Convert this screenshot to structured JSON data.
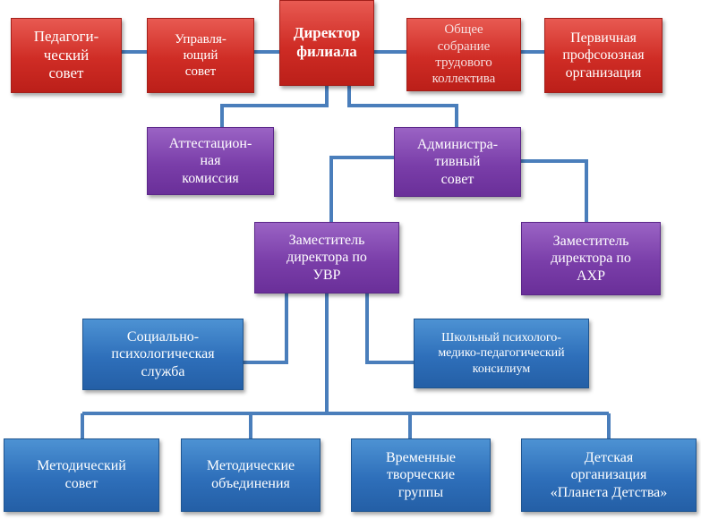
{
  "boxes": {
    "ped_sovet": "Педагоги-\nческий\nсовет",
    "upr_sovet": "Управля-\nющий\nсовет",
    "director": "Директор\nфилиала",
    "obsh_sobranie": "Общее\nсобрание\nтрудового\nколлектива",
    "profsoyuz": "Первичная\nпрофсоюзная\nорганизация",
    "attest": "Аттестацион-\nная\nкомиссия",
    "admin_sovet": "Администра-\nтивный\nсовет",
    "zam_uvr": "Заместитель\nдиректора по\nУВР",
    "zam_ahr": "Заместитель\nдиректора по\nАХР",
    "soc_psych": "Социально-\nпсихологическая\nслужба",
    "psmpk": "Школьный психолого-\nмедико-педагогический\nконсилиум",
    "metod_sovet": "Методический\nсовет",
    "metod_obed": "Методические\nобъединения",
    "vrem_gruppy": "Временные\nтворческие\nгруппы",
    "det_org": "Детская\nорганизация\n«Планета Детства»"
  },
  "colors": {
    "red": "#cf2c25",
    "purple": "#7a3ea9",
    "blue": "#2e6fba",
    "connector": "#4a7ebb"
  }
}
